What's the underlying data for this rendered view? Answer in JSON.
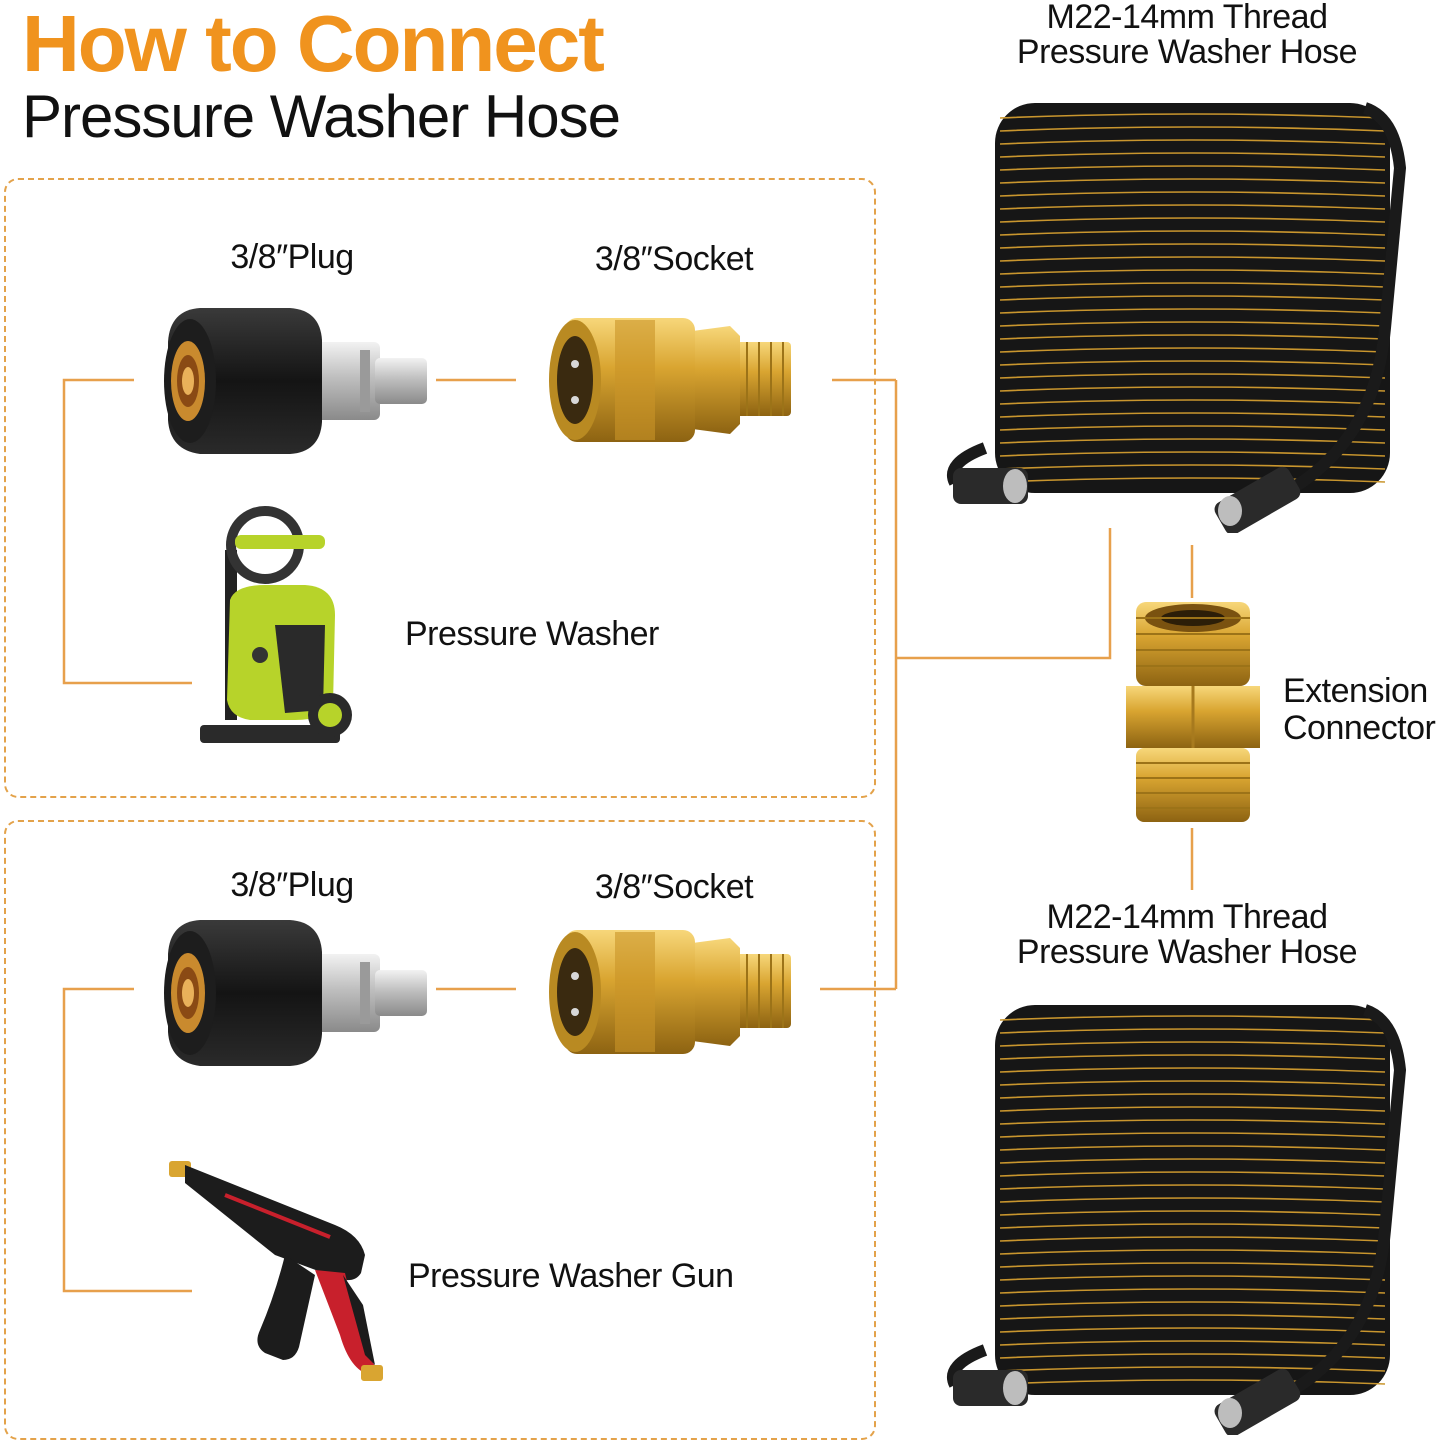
{
  "title": {
    "main": "How to Connect",
    "sub": "Pressure Washer Hose"
  },
  "colors": {
    "accent": "#f0931e",
    "line": "#e7a04c",
    "brass": "#d9a531",
    "hose": "#1a1a1a",
    "washer_green": "#b7d32a"
  },
  "top_panel": {
    "plug_label": "3/8″Plug",
    "socket_label": "3/8″Socket",
    "device_label": "Pressure Washer"
  },
  "bottom_panel": {
    "plug_label": "3/8″Plug",
    "socket_label": "3/8″Socket",
    "device_label": "Pressure Washer Gun"
  },
  "hose_top": {
    "line1": "M22-14mm Thread",
    "line2": "Pressure Washer Hose"
  },
  "hose_bottom": {
    "line1": "M22-14mm Thread",
    "line2": "Pressure Washer Hose"
  },
  "connector": {
    "line1": "Extension",
    "line2": "Connector"
  },
  "icons": [
    "plug-adapter-icon",
    "brass-socket-icon",
    "pressure-washer-icon",
    "spray-gun-icon",
    "hose-coil-icon",
    "extension-connector-icon"
  ]
}
